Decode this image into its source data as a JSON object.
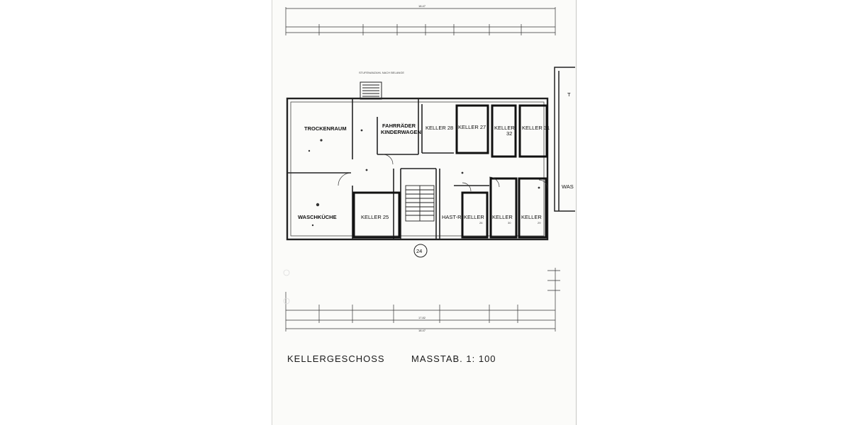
{
  "caption": {
    "title": "KELLERGESCHOSS",
    "scale": "MASSTAB. 1: 100"
  },
  "plan": {
    "marker": "24",
    "stair_note": "STUFENANZAHL NACH BELANGE",
    "rooms": {
      "trockenraum": "TROCKENRAUM",
      "fahrrader_line1": "FAHRRÄDER",
      "fahrrader_line2": "KINDERWAGEN",
      "keller_28": "KELLER 28",
      "keller_27": "KELLER 27",
      "keller_32": "KELLER",
      "keller_32_num": "32",
      "keller_31": "KELLER 31",
      "waschkuche": "WASCHKÜCHE",
      "keller_25": "KELLER 25",
      "hausanschluss": "HAST-R",
      "keller_26": "KELLER",
      "keller_26_num": "26",
      "keller_30": "KELLER",
      "keller_30_num": "30",
      "keller_29": "KELLER",
      "keller_29_num": "29"
    },
    "neighbor": {
      "t": "T",
      "was": "WAS"
    },
    "dimensions": {
      "top_total": "18.47",
      "bottom_mid": "17.82",
      "bottom_total": "18.47"
    }
  }
}
